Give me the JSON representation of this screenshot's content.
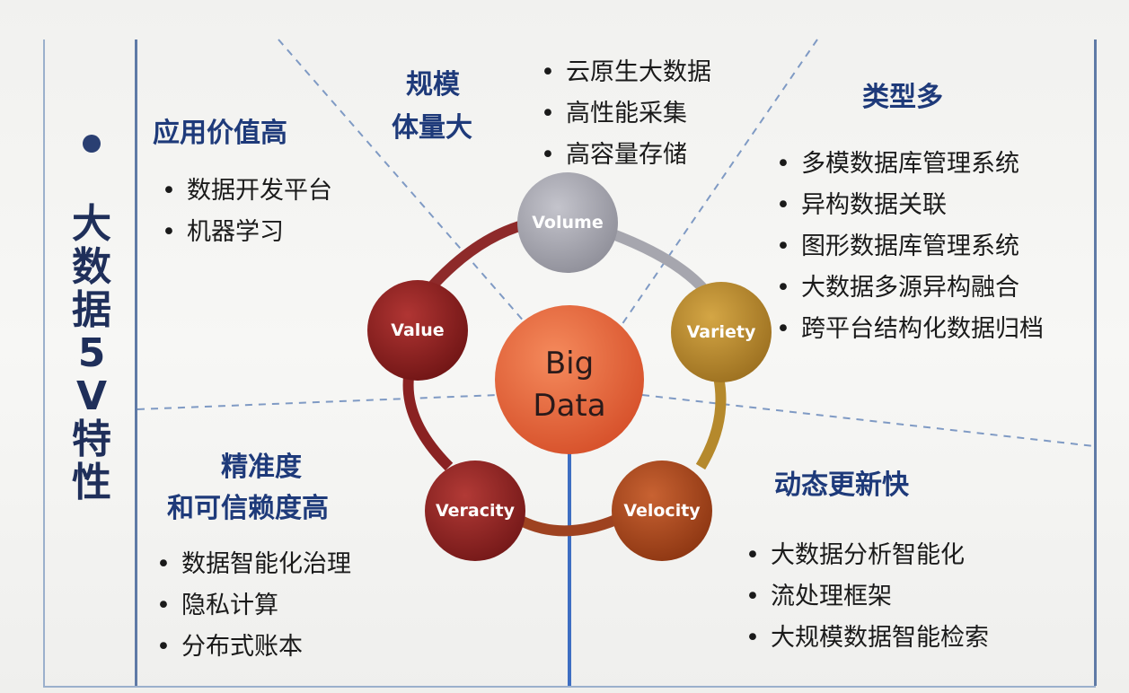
{
  "side_title": "大数据5V特性",
  "center": {
    "line1": "Big",
    "line2": "Data",
    "color": "#e8613a"
  },
  "nodes": {
    "volume": {
      "label": "Volume",
      "color": "#a3a3ad"
    },
    "variety": {
      "label": "Variety",
      "color": "#b98a2a"
    },
    "velocity": {
      "label": "Velocity",
      "color": "#a8471c"
    },
    "veracity": {
      "label": "Veracity",
      "color": "#8e2424"
    },
    "value": {
      "label": "Value",
      "color": "#8c2020"
    }
  },
  "sections": {
    "volume": {
      "heading_line1": "规模",
      "heading_line2": "体量大",
      "items": [
        "云原生大数据",
        "高性能采集",
        "高容量存储"
      ]
    },
    "value": {
      "heading": "应用价值高",
      "items": [
        "数据开发平台",
        "机器学习"
      ]
    },
    "variety": {
      "heading": "类型多",
      "items": [
        "多模数据库管理系统",
        "异构数据关联",
        "图形数据库管理系统",
        "大数据多源异构融合",
        "跨平台结构化数据归档"
      ]
    },
    "veracity": {
      "heading_line1": "精准度",
      "heading_line2": "和可信赖度高",
      "items": [
        "数据智能化治理",
        "隐私计算",
        "分布式账本"
      ]
    },
    "velocity": {
      "heading": "动态更新快",
      "items": [
        "大数据分析智能化",
        "流处理框架",
        "大规模数据智能检索"
      ]
    }
  }
}
